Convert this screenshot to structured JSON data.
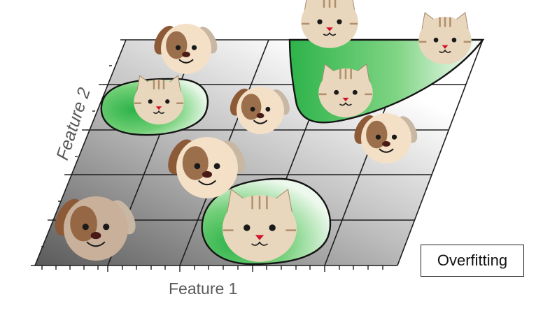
{
  "figure": {
    "x_axis_label": "Feature 1",
    "y_axis_label": "Feature 2",
    "badge_text": "Overfitting"
  },
  "animals": [
    {
      "kind": "dog",
      "color": "light"
    },
    {
      "kind": "dog",
      "color": "light"
    },
    {
      "kind": "dog",
      "color": "light"
    },
    {
      "kind": "dog",
      "color": "light"
    },
    {
      "kind": "dog",
      "color": "dark"
    },
    {
      "kind": "cat"
    },
    {
      "kind": "cat"
    },
    {
      "kind": "cat"
    },
    {
      "kind": "cat"
    },
    {
      "kind": "cat"
    }
  ],
  "colors": {
    "region_green": "#2db34a",
    "dog_fur_light": "#f3e0c6",
    "dog_fur_dark": "#c9b09a",
    "dog_ear": "#8c5a36",
    "cat_fur": "#e8d6bd",
    "cat_stripe": "#b08f6c",
    "nose": "#d0142b"
  }
}
